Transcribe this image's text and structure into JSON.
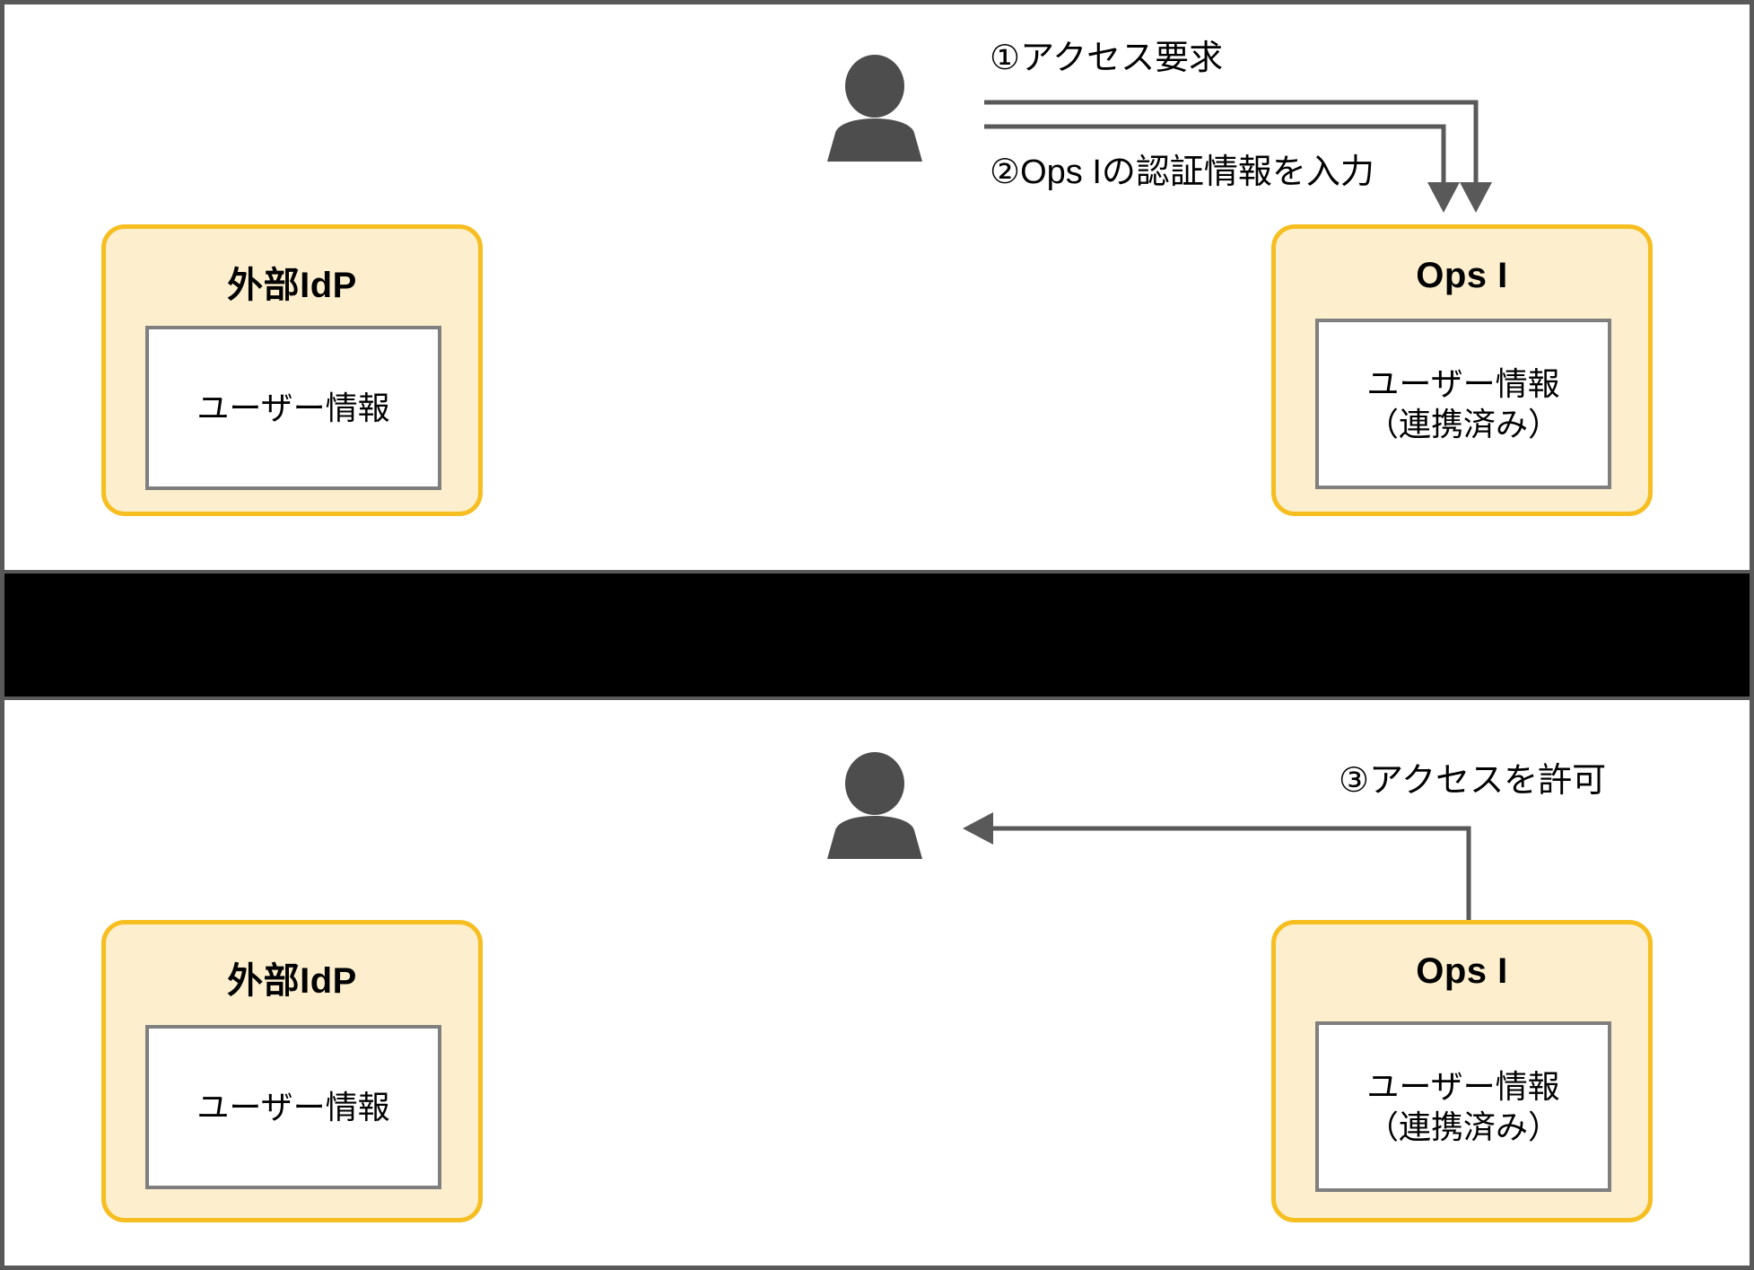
{
  "diagram": {
    "title_hidden": "",
    "colors": {
      "card_fill": "#FDEFCD",
      "card_border": "#F6BE21",
      "inner_box_border": "#7F7F7F",
      "frame_border": "#595959",
      "band_background": "#000000",
      "band_arrow": "#A6A6A6",
      "person_icon": "#4D4D4D",
      "flow_line": "#595959",
      "text": "#000000"
    }
  },
  "top_panel": {
    "actor": {
      "icon": "person-icon",
      "label": ""
    },
    "cards": [
      {
        "id": "external-idp",
        "title": "外部IdP",
        "inner_lines": [
          "ユーザー情報"
        ]
      },
      {
        "id": "ops-i",
        "title": "Ops I",
        "inner_lines": [
          "ユーザー情報",
          "（連携済み）"
        ]
      }
    ],
    "flows": [
      {
        "id": "step-1",
        "label": "①アクセス要求",
        "direction": "actor-to-ops"
      },
      {
        "id": "step-2",
        "label": "②Ops Iの認証情報を入力",
        "direction": "actor-to-ops"
      }
    ]
  },
  "bottom_panel": {
    "actor": {
      "icon": "person-icon",
      "label": ""
    },
    "cards": [
      {
        "id": "external-idp",
        "title": "外部IdP",
        "inner_lines": [
          "ユーザー情報"
        ]
      },
      {
        "id": "ops-i",
        "title": "Ops I",
        "inner_lines": [
          "ユーザー情報",
          "（連携済み）"
        ]
      }
    ],
    "flows": [
      {
        "id": "step-3",
        "label": "③アクセスを許可",
        "direction": "ops-to-actor"
      }
    ]
  },
  "divider": {
    "arrow_icon": "down-arrow-icon",
    "label": ""
  }
}
